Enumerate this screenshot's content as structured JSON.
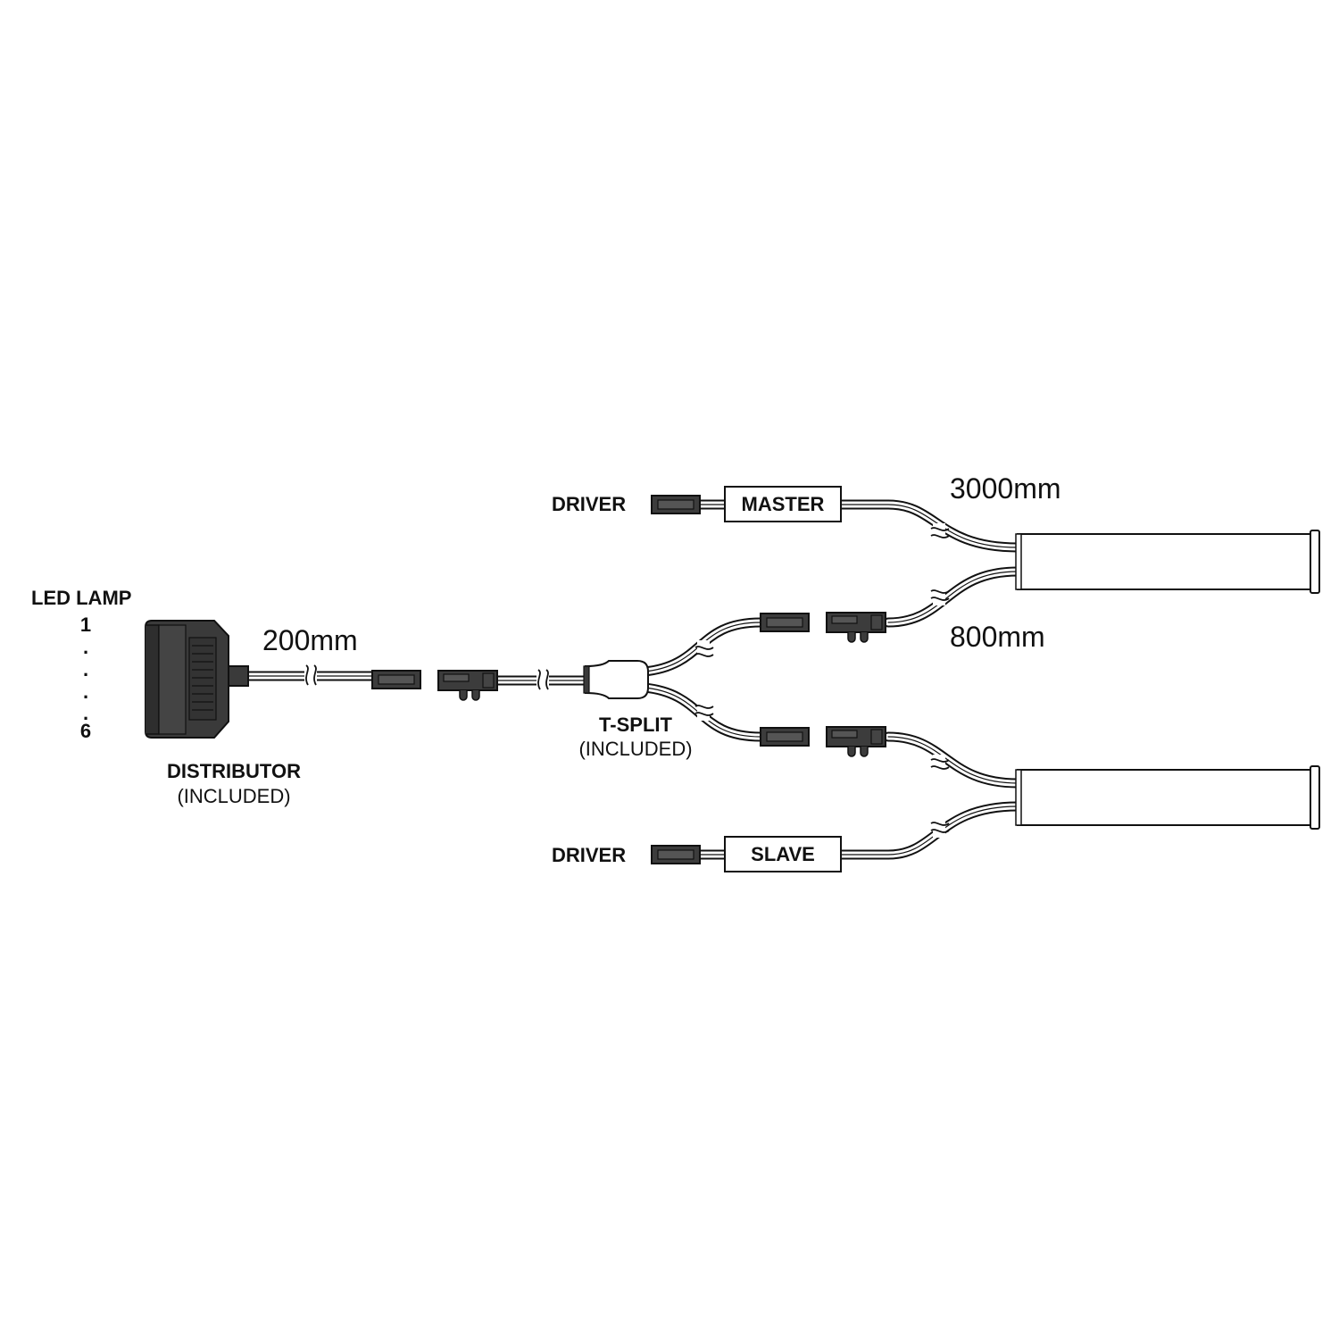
{
  "labels": {
    "led_lamp": "LED LAMP",
    "lamp_numbers": [
      "1",
      ".",
      ".",
      ".",
      ".",
      "6"
    ],
    "distributor": "DISTRIBUTOR",
    "distributor_note": "(INCLUDED)",
    "tsplit": "T-SPLIT",
    "tsplit_note": "(INCLUDED)",
    "driver_top": "DRIVER",
    "driver_bottom": "DRIVER",
    "master": "MASTER",
    "slave": "SLAVE"
  },
  "dimensions": {
    "lead_200": "200mm",
    "length_3000": "3000mm",
    "length_800": "800mm"
  },
  "colors": {
    "connector_fill": "#3c3c3c",
    "outline": "#111111",
    "distributor_fill": "#3a3a3a",
    "tube_fill": "#ffffff"
  }
}
